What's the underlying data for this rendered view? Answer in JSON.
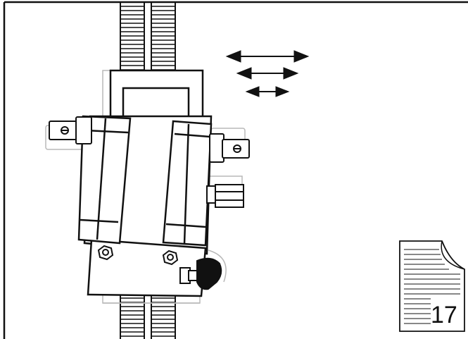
{
  "figure": {
    "description_icon": "document-page-icon",
    "page_number": "17",
    "arrows": [
      {
        "name": "double-arrow-long",
        "icon": "left-right-arrow"
      },
      {
        "name": "double-arrow-medium",
        "icon": "left-right-arrow"
      },
      {
        "name": "double-arrow-short",
        "icon": "left-right-arrow"
      }
    ],
    "colors": {
      "line": "#111111",
      "ghost": "#b8b8b8",
      "background": "#ffffff"
    }
  }
}
